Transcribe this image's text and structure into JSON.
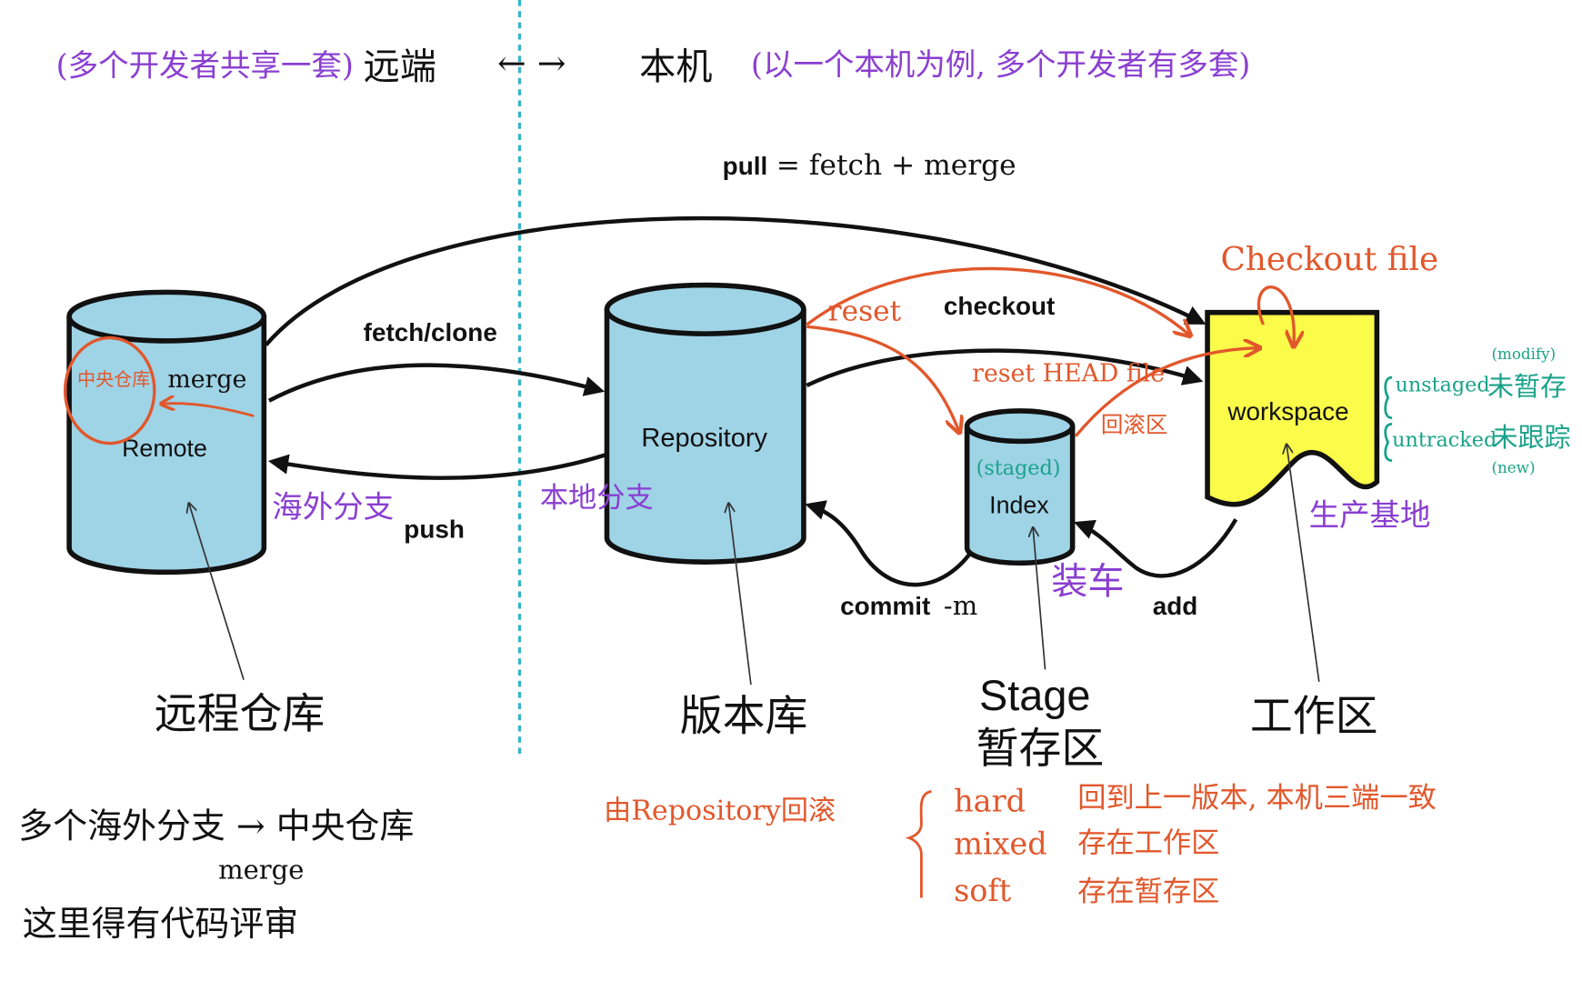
{
  "header": {
    "multi_dev_shared": "(多个开发者共享一套)",
    "remote_end": "远端",
    "arrows": "←   →",
    "local_machine": "本机",
    "one_machine_note": "(以一个本机为例, 多个开发者有多套)"
  },
  "arrows": {
    "pull": "pull",
    "pull_formula": "= fetch + merge",
    "fetch_clone": "fetch/clone",
    "push": "push",
    "commit": "commit",
    "commit_flag": "-m",
    "add": "add",
    "checkout": "checkout",
    "reset": "reset",
    "reset_head_file": "reset HEAD file",
    "checkout_file": "Checkout  file",
    "merge": "merge",
    "rollback": "回滚区"
  },
  "nodes": {
    "remote": "Remote",
    "repository": "Repository",
    "index": "Index",
    "workspace": "workspace",
    "staged": "(staged)",
    "central_repo": "中央仓库"
  },
  "captions": {
    "remote_repo": "远程仓库",
    "local_repo": "版本库",
    "stage_en": "Stage",
    "stage_zh": "暂存区",
    "work_area": "工作区"
  },
  "annotations": {
    "overseas_branch": "海外分支",
    "local_branch": "本地分支",
    "shipping": "装车",
    "production_base": "生产基地",
    "modify": "(modify)",
    "unstaged": "unstaged",
    "not_stashed": "未暂存",
    "untracked": "untracked",
    "not_tracked": "未跟踪",
    "new": "(new)"
  },
  "notes": {
    "overseas_to_central": "多个海外分支 → 中央仓库",
    "merge": "merge",
    "code_review": "这里得有代码评审",
    "repository_rollback": "由Repository回滚",
    "hard": "hard",
    "hard_desc": "回到上一版本, 本机三端一致",
    "mixed": "mixed",
    "mixed_desc": "存在工作区",
    "soft": "soft",
    "soft_desc": "存在暂存区"
  },
  "colors": {
    "cylinder_fill": "#9fd3e6",
    "workspace_fill": "#fbfb4a",
    "ink": "#111111",
    "orange": "#e2572b",
    "purple": "#8a3fd1",
    "teal": "#1aa38a",
    "divider": "#37b4c4"
  }
}
